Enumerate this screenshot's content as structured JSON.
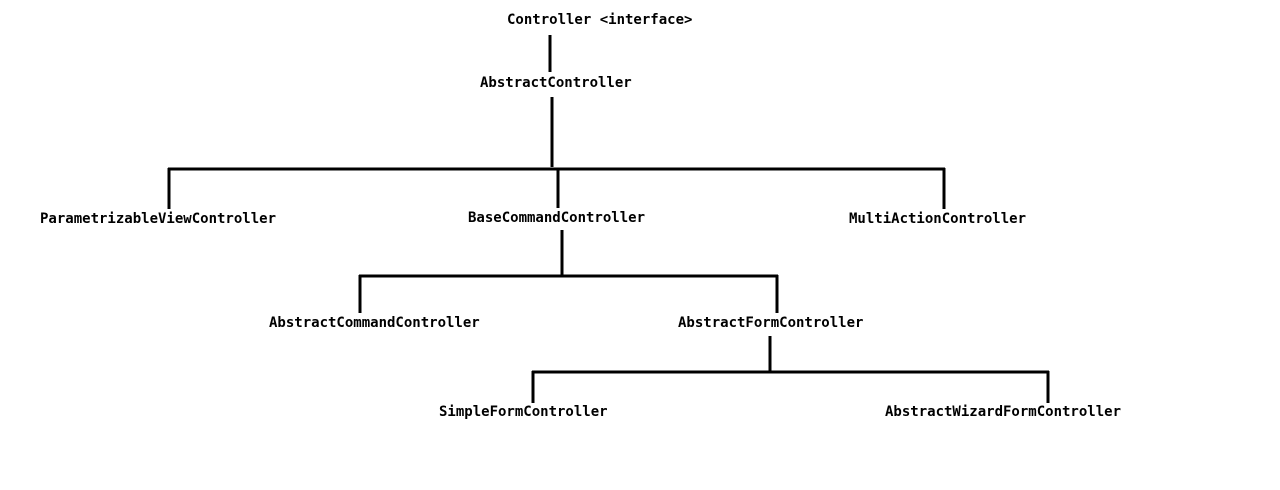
{
  "diagram": {
    "nodes": {
      "controller": "Controller <interface>",
      "abstract_controller": "AbstractController",
      "parametrizable_view_controller": "ParametrizableViewController",
      "base_command_controller": "BaseCommandController",
      "multi_action_controller": "MultiActionController",
      "abstract_command_controller": "AbstractCommandController",
      "abstract_form_controller": "AbstractFormController",
      "simple_form_controller": "SimpleFormController",
      "abstract_wizard_form_controller": "AbstractWizardFormController"
    },
    "line_color": "#000000",
    "text_color": "#000000"
  }
}
